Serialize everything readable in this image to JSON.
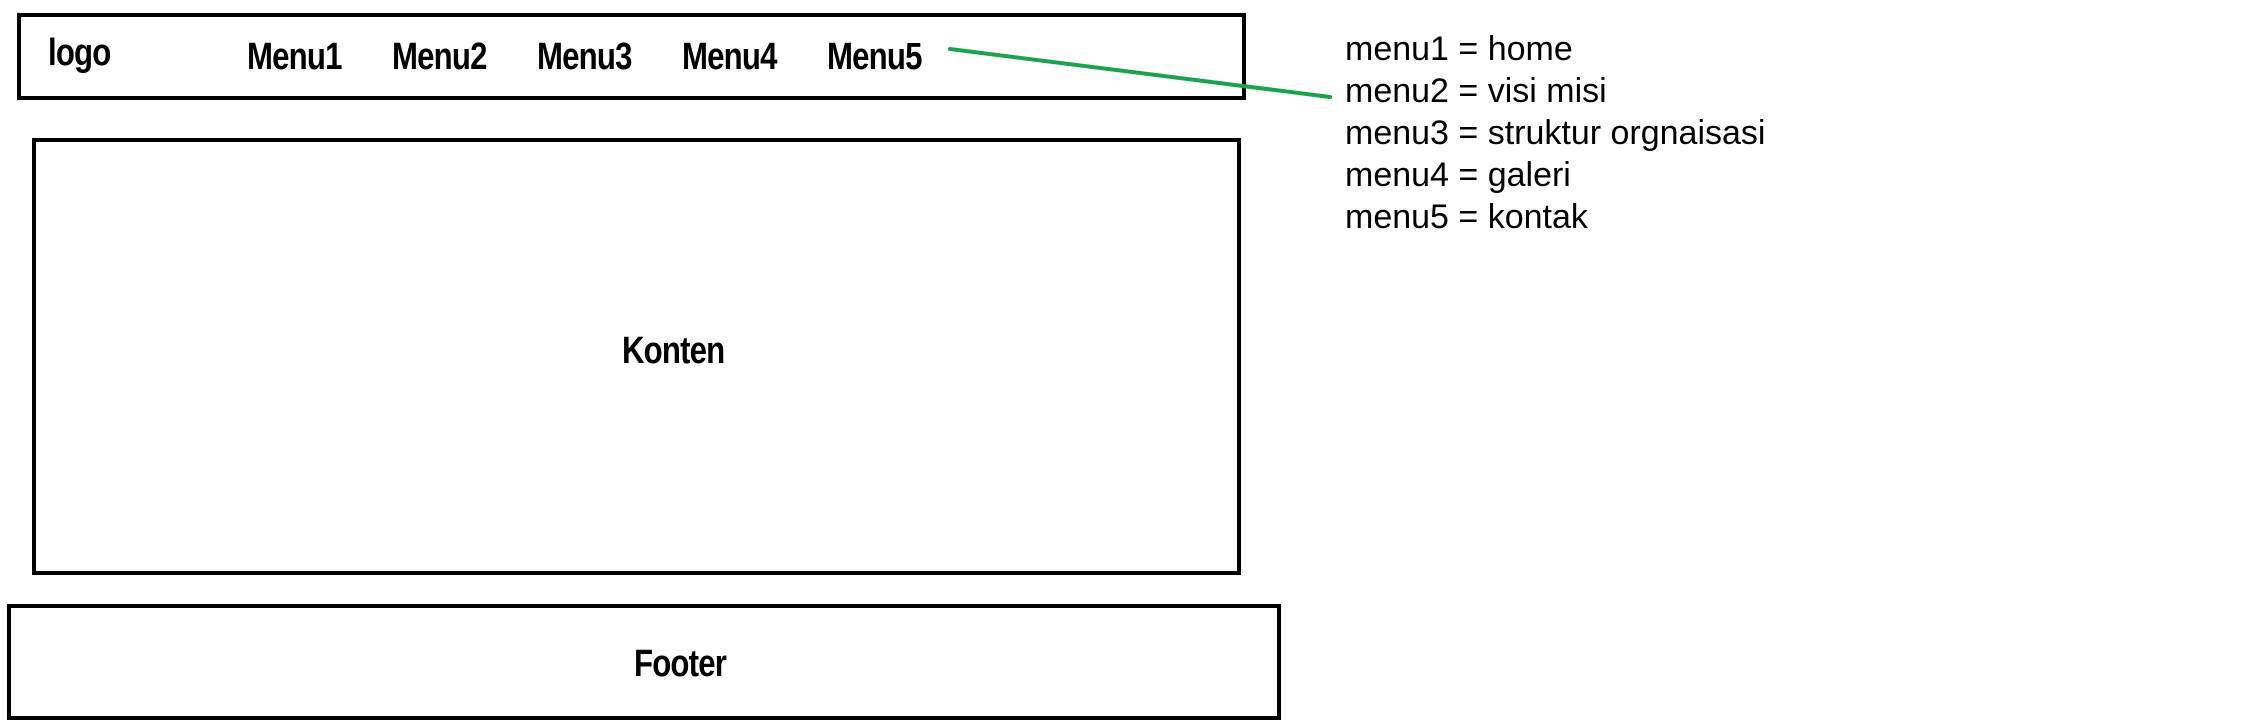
{
  "header": {
    "logo_text": "logo",
    "menu_items": [
      {
        "label": "Menu1"
      },
      {
        "label": "Menu2"
      },
      {
        "label": "Menu3"
      },
      {
        "label": "Menu4"
      },
      {
        "label": "Menu5"
      }
    ]
  },
  "main": {
    "content_label": "Konten"
  },
  "footer": {
    "label": "Footer"
  },
  "annotation": {
    "connector_color": "#1aa34a",
    "notes": [
      {
        "text": "menu1 = home"
      },
      {
        "text": "menu2 = visi misi"
      },
      {
        "text": "menu3 = struktur orgnaisasi"
      },
      {
        "text": "menu4 = galeri"
      },
      {
        "text": "menu5 = kontak"
      }
    ]
  }
}
